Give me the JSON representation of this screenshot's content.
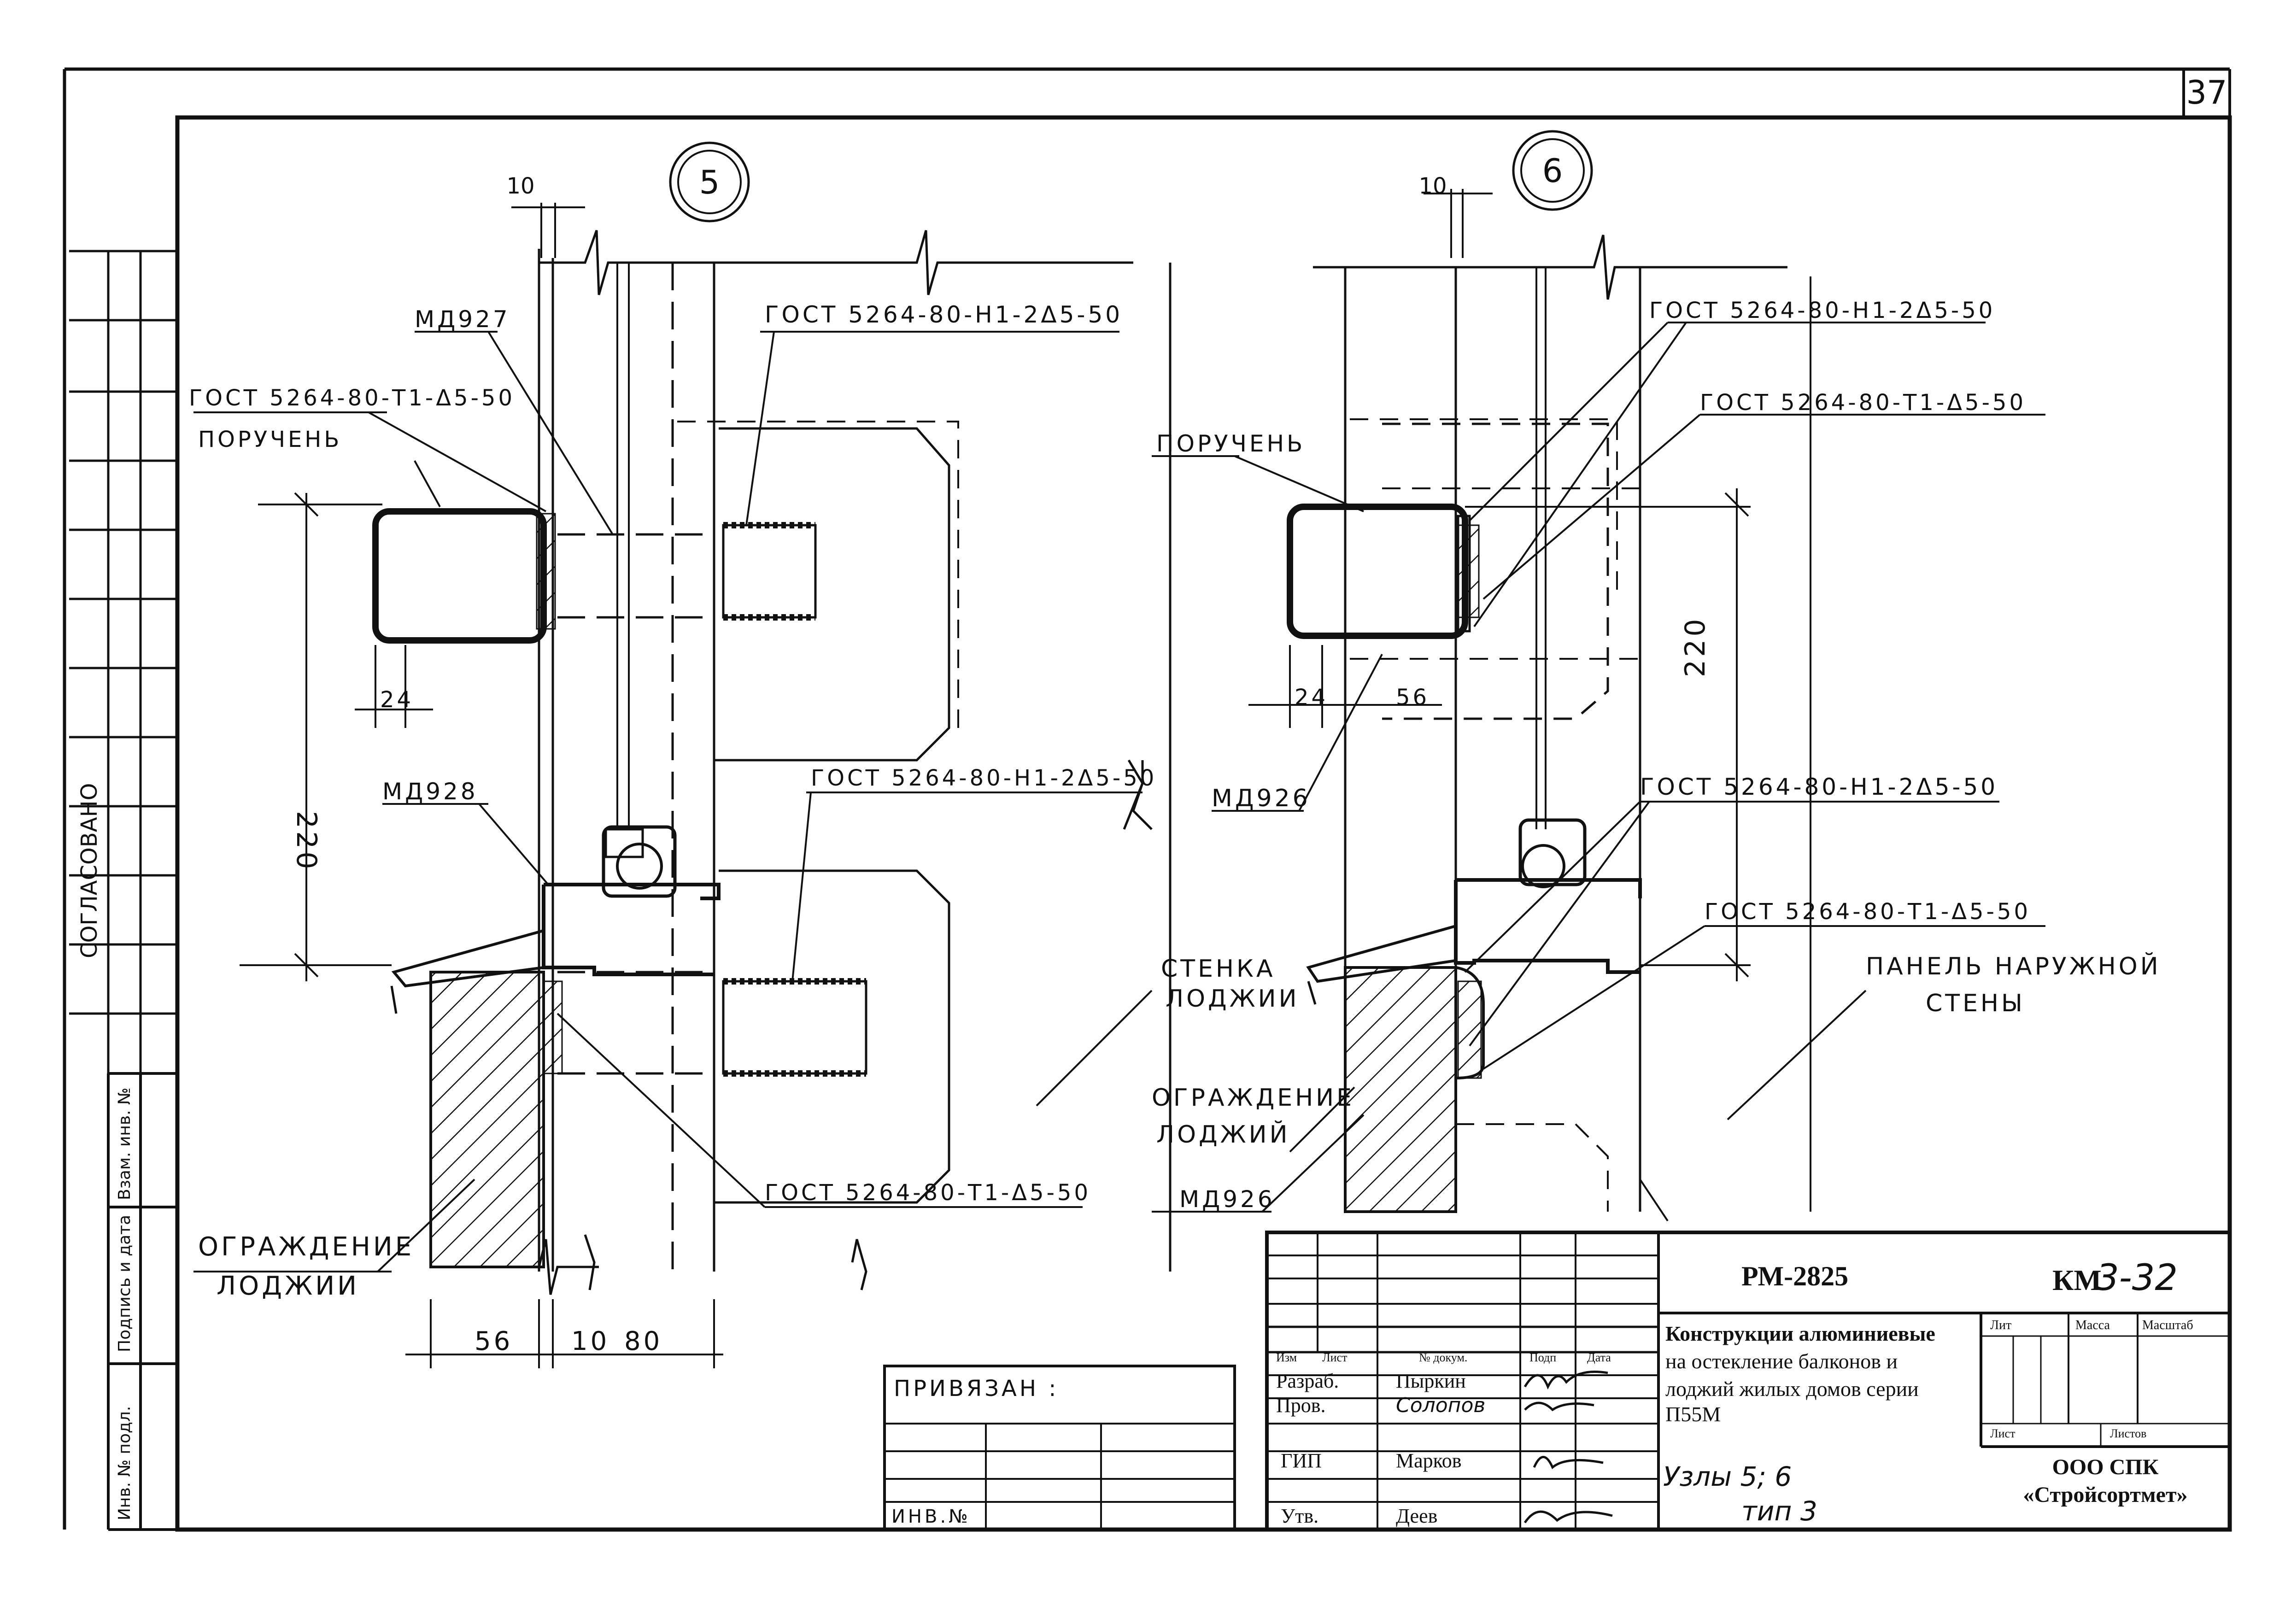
{
  "sheet_number": "37",
  "side_strip": {
    "agreed": "СОГЛАСОВАНО",
    "replaced_inv": "Взам. инв. №",
    "sign_date": "Подпись и дата",
    "inv_orig": "Инв. № подл."
  },
  "node5": {
    "number": "5",
    "dim_top": "10",
    "md927": "МД927",
    "gost_h1_top": "ГОСТ 5264-80-Н1-2Δ5-50",
    "gost_t1_top": "ГОСТ 5264-80-Т1-Δ5-50",
    "handrail": "ПОРУЧЕНЬ",
    "dim_24": "24",
    "dim_220": "220",
    "md928": "МД928",
    "gost_h1_mid": "ГОСТ 5264-80-Н1-2Δ5-50",
    "gost_t1_bot": "ГОСТ 5264-80-Т1-Δ5-50",
    "barrier_1": "ОГРАЖДЕНИЕ",
    "barrier_2": "ЛОДЖИИ",
    "dim_56": "56",
    "dim_10b": "10",
    "dim_80": "80"
  },
  "node6": {
    "number": "6",
    "dim_top": "10",
    "gost_h1_top": "ГОСТ 5264-80-Н1-2Δ5-50",
    "gost_t1_top": "ГОСТ 5264-80-Т1-Δ5-50",
    "handrail": "ПОРУЧЕНЬ",
    "dim_24": "24",
    "dim_56": "56",
    "dim_220": "220",
    "md926_top": "МД926",
    "gost_h1_mid": "ГОСТ 5264-80-Н1-2Δ5-50",
    "gost_t1_mid": "ГОСТ 5264-80-Т1-Δ5-50",
    "loggia_wall_1": "СТЕНКА",
    "loggia_wall_2": "ЛОДЖИИ",
    "outer_panel_1": "ПАНЕЛЬ НАРУЖНОЙ",
    "outer_panel_2": "СТЕНЫ",
    "barrier_1": "ОГРАЖДЕНИЕ",
    "barrier_2": "ЛОДЖИЙ",
    "md926_bot": "МД926"
  },
  "binding_box": {
    "label": "ПРИВЯЗАН :",
    "inv": "ИНВ.№"
  },
  "title_block": {
    "doc_code": "РМ-2825",
    "sheet_code_prefix": "КМ",
    "sheet_code": "3-32",
    "title_line1": "Конструкции алюминиевые",
    "title_line2": "на остекление балконов и",
    "title_line3": "лоджий жилых домов серии",
    "title_line4": "П55М",
    "col_izm": "Изм",
    "col_list": "Лист",
    "col_doc": "№ докум.",
    "col_sign": "Подп",
    "col_date": "Дата",
    "role_dev": "Разраб.",
    "name_dev": "Пыркин",
    "role_check": "Пров.",
    "name_check": "Солопов",
    "role_gip": "ГИП",
    "name_gip": "Марков",
    "role_appr": "Утв.",
    "name_appr": "Деев",
    "hdr_lit": "Лит",
    "hdr_mass": "Масса",
    "hdr_scale": "Масштаб",
    "hdr_sheet": "Лист",
    "hdr_sheets": "Листов",
    "drawing_name1": "Узлы 5; 6",
    "drawing_name2": "тип 3",
    "org1": "ООО СПК",
    "org2": "«Стройсортмет»"
  }
}
